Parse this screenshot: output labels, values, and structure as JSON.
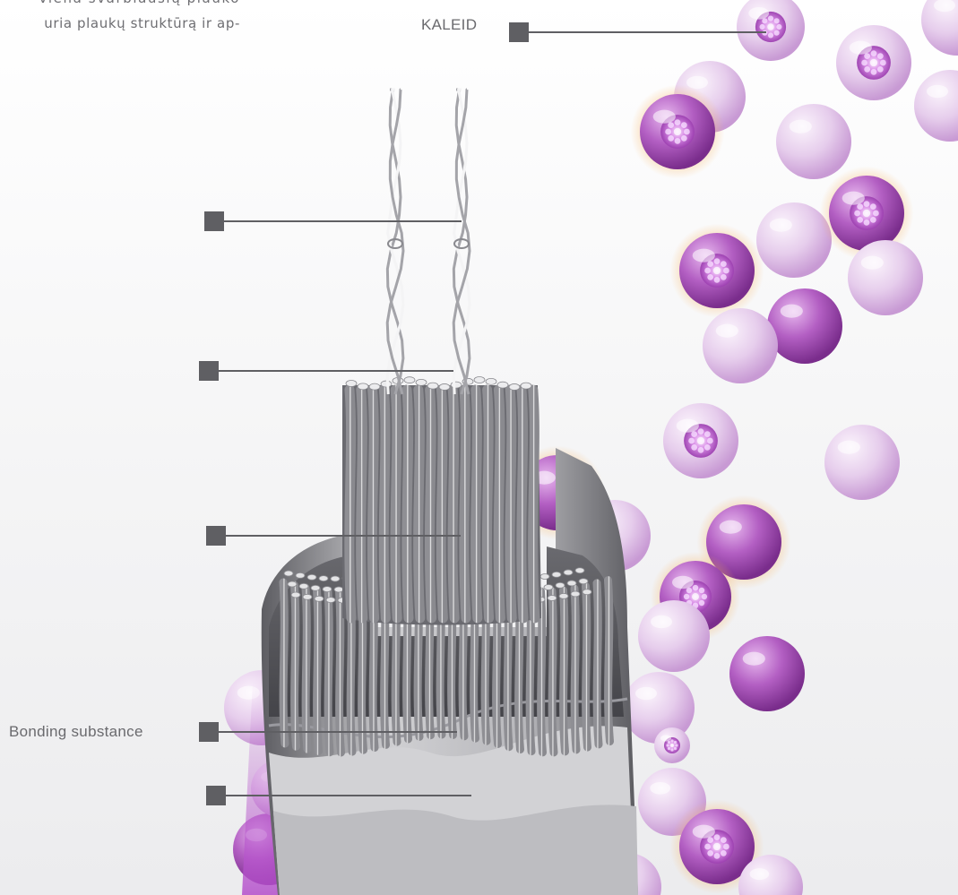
{
  "intro": {
    "line1": "viena svarbiausių plauko",
    "line2": "uria plaukų struktūrą ir ap-"
  },
  "labels": {
    "kaleid": "KALEID",
    "bonding": "Bonding substance"
  },
  "colors": {
    "marker": "#5f5f63",
    "sphere_light": "#e9d6ee",
    "sphere_mid": "#d3a9dc",
    "sphere_dark": "#a55bb3",
    "glow": "#f6c27a",
    "fiber": "#c9c9cc"
  }
}
